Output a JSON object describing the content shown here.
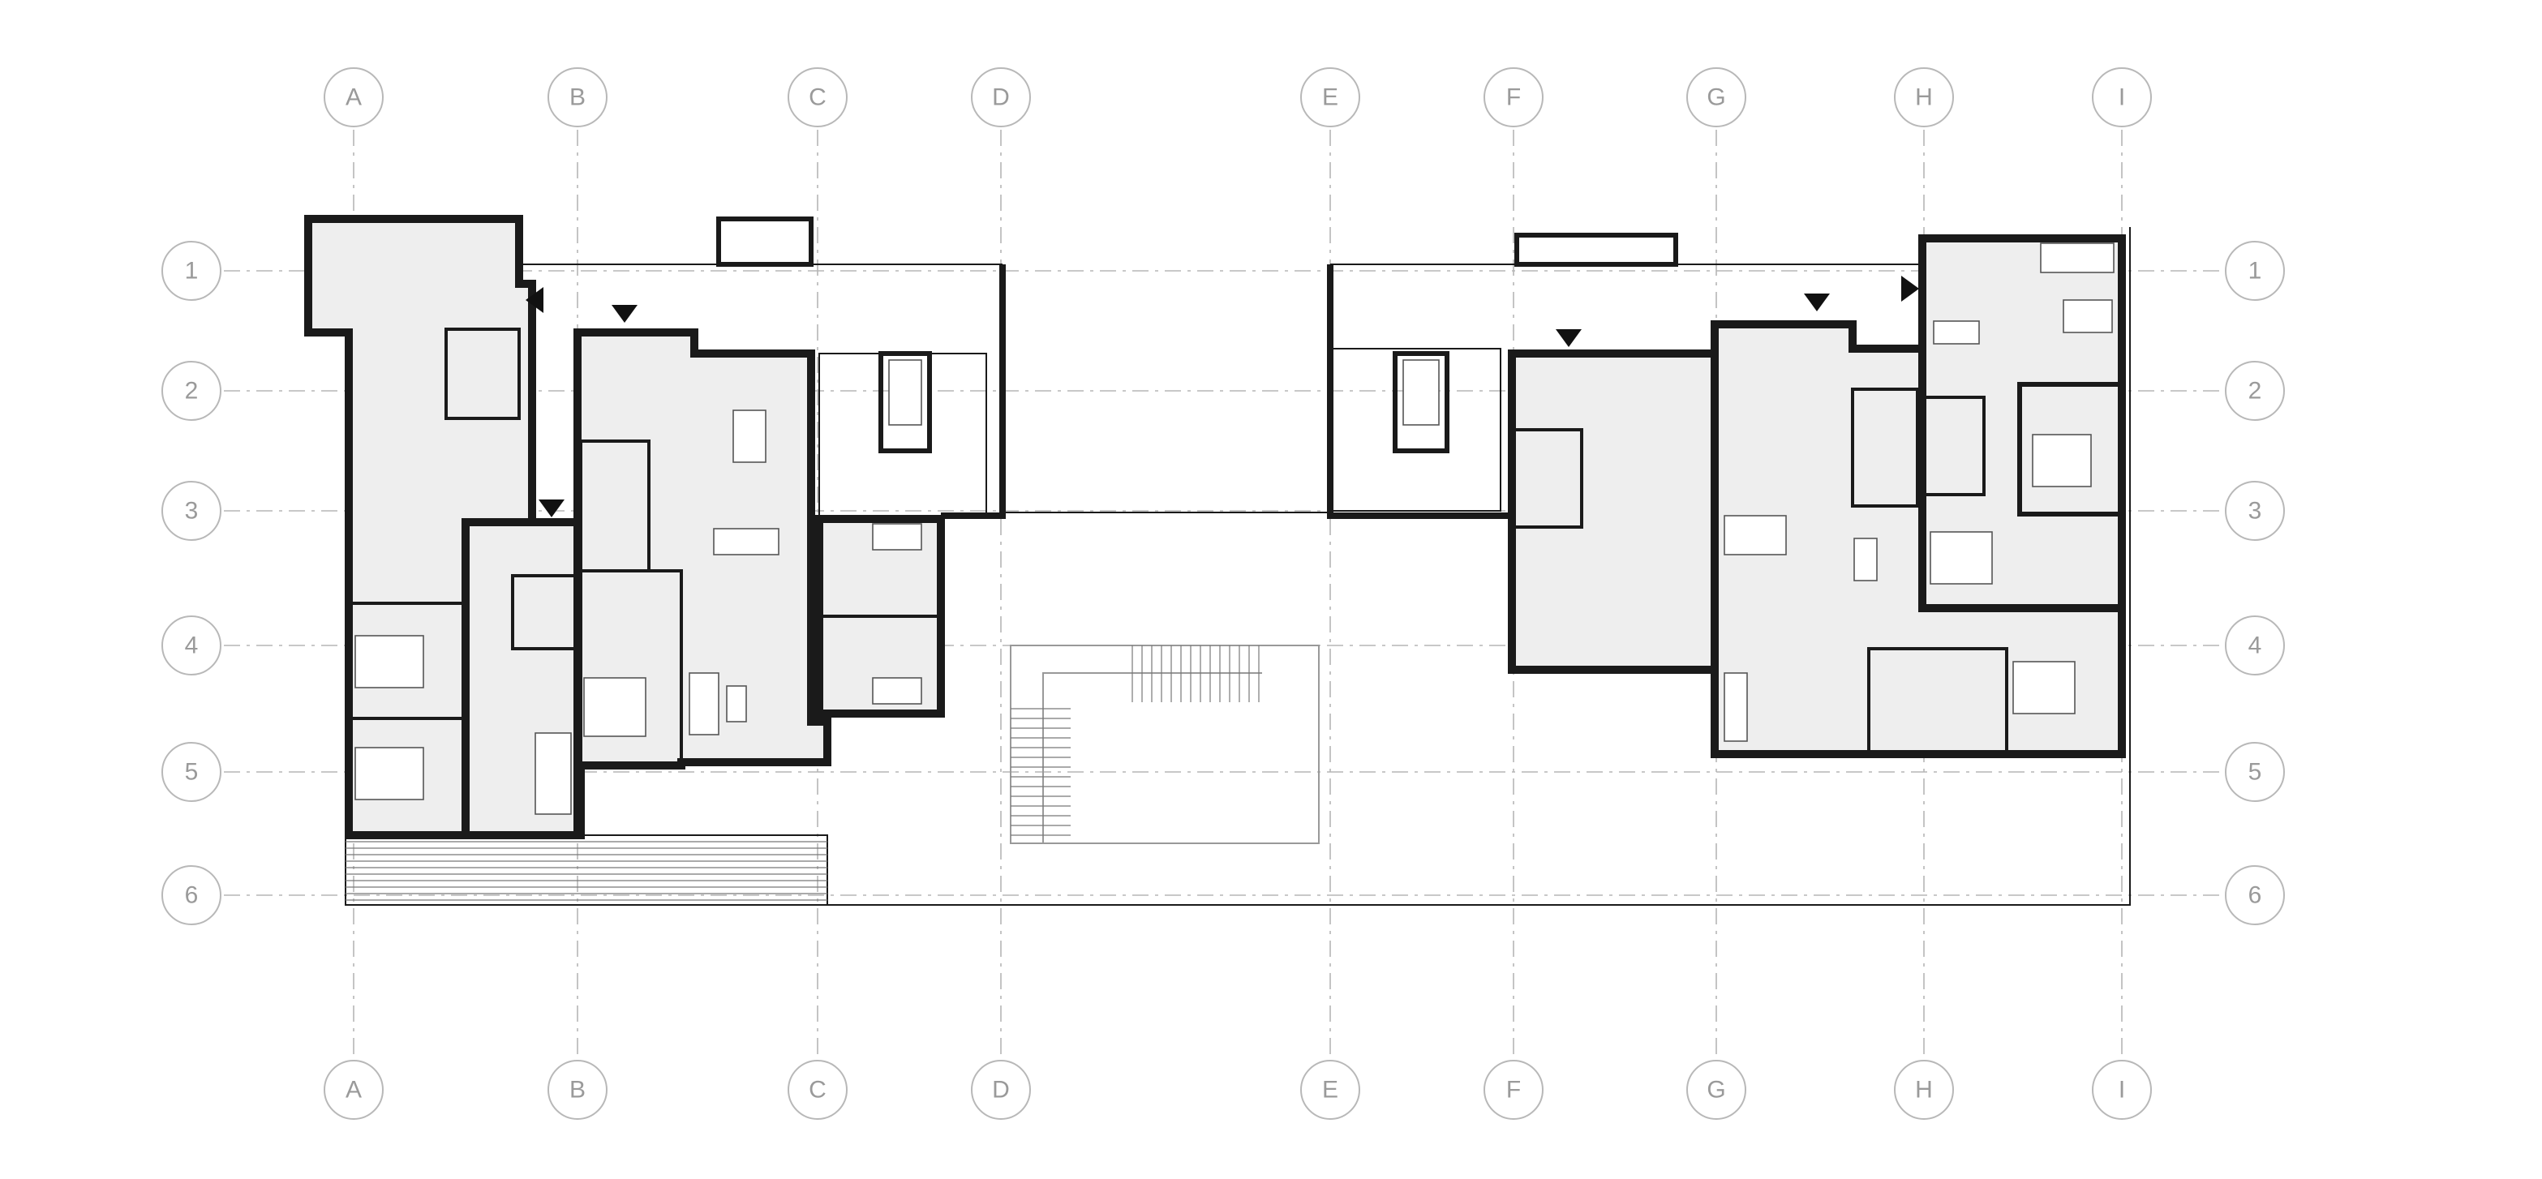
{
  "drawing": {
    "type": "architectural floor plan",
    "grid_columns": [
      "A",
      "B",
      "C",
      "D",
      "E",
      "F",
      "G",
      "H",
      "I"
    ],
    "grid_rows": [
      "1",
      "2",
      "3",
      "4",
      "5",
      "6"
    ]
  },
  "colors": {
    "wall": "#1a1a1a",
    "room_fill": "#eeeeee",
    "grid": "#b5b5b5"
  }
}
